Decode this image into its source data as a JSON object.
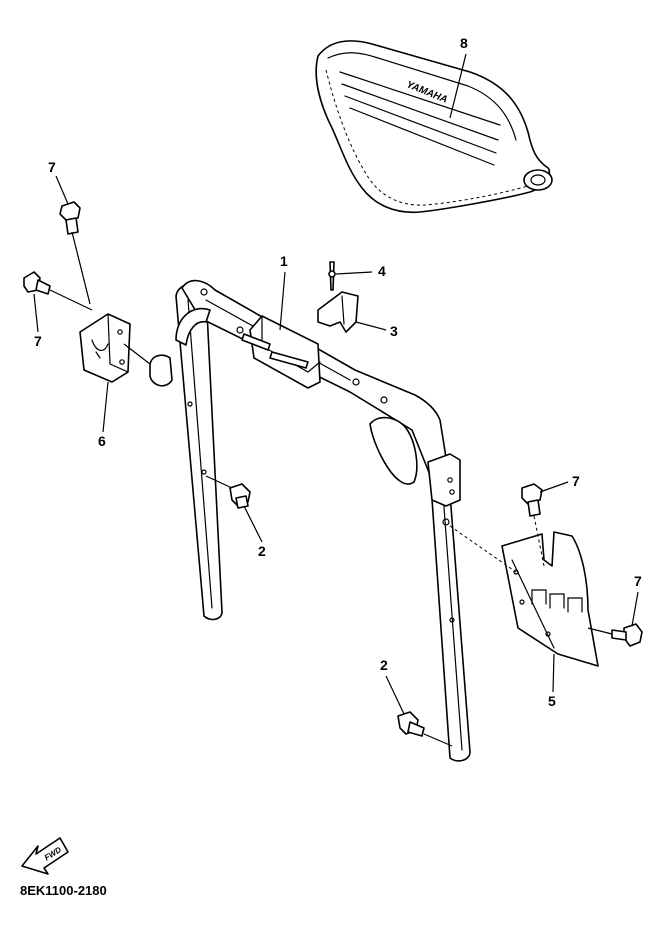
{
  "diagram": {
    "drawing_code": "8EK1100-2180",
    "direction_arrow_text": "FWD",
    "seat_brand_text": "YAMAHA",
    "callouts": [
      "1",
      "2",
      "2",
      "3",
      "4",
      "5",
      "6",
      "7",
      "7",
      "7",
      "7",
      "8"
    ]
  }
}
